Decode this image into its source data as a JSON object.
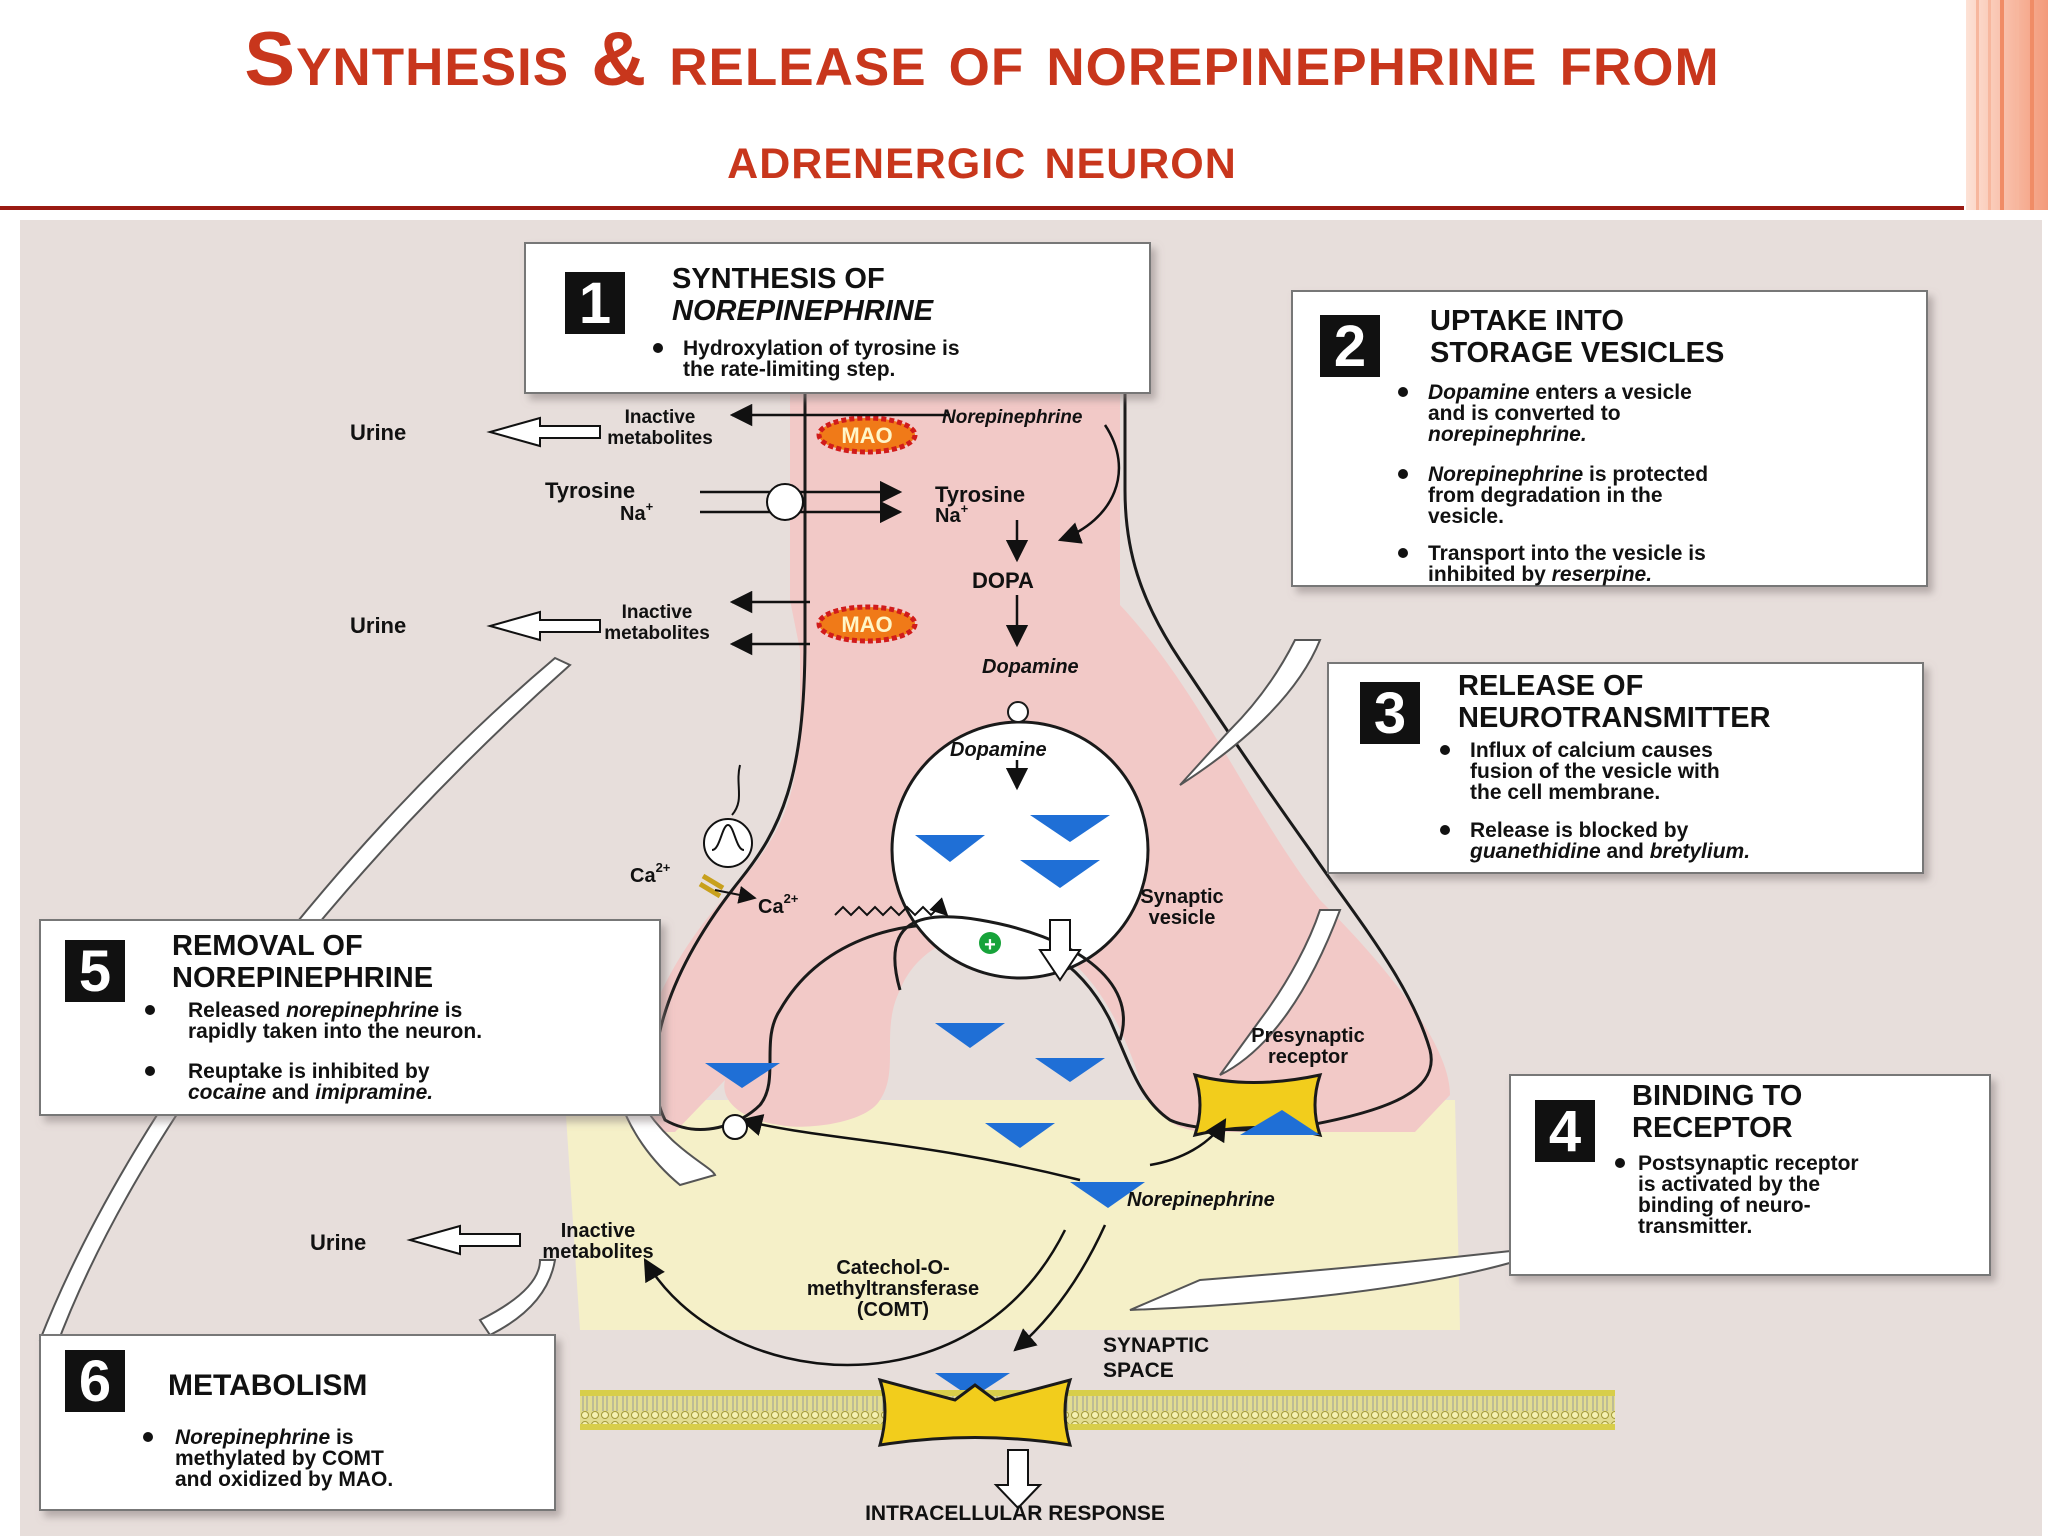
{
  "title": {
    "line1": "Synthesis & release of norepinephrine from",
    "line2": "adrenergic neuron"
  },
  "colors": {
    "title_red": "#c8361c",
    "header_rule": "#9a1a12",
    "neuron_pink": "#f2c9c7",
    "synaptic_yellow": "#f5f0c8",
    "receptor_yellow": "#f2cd1c",
    "vesicle_blue": "#1f6fd6",
    "mao_orange": "#f07a18",
    "background_page": "#e7dedb"
  },
  "box1": {
    "num": "1",
    "head1": "SYNTHESIS OF",
    "head2": "NOREPINEPHRINE",
    "bullet1a": "Hydroxylation of tyrosine is",
    "bullet1b": "the rate-limiting step."
  },
  "box2": {
    "num": "2",
    "head1": "UPTAKE INTO",
    "head2": "STORAGE VESICLES",
    "b1_em": "Dopamine",
    "b1_rest": " enters a vesicle",
    "b1_l2": "and is converted to",
    "b1_l3": "norepinephrine.",
    "b2_em": "Norepinephrine",
    "b2_rest": " is protected",
    "b2_l2": "from degradation in the",
    "b2_l3": "vesicle.",
    "b3_l1": "Transport into the vesicle is",
    "b3_pre": "inhibited by ",
    "b3_em": "reserpine."
  },
  "box3": {
    "num": "3",
    "head1": "RELEASE OF",
    "head2": "NEUROTRANSMITTER",
    "b1_l1": "Influx of calcium causes",
    "b1_l2": "fusion of the vesicle with",
    "b1_l3": "the cell membrane.",
    "b2_l1": "Release is blocked by",
    "b2_em1": "guanethidine",
    "b2_mid": " and ",
    "b2_em2": "bretylium."
  },
  "box4": {
    "num": "4",
    "head1": "BINDING TO",
    "head2": "RECEPTOR",
    "b1_l1": "Postsynaptic receptor",
    "b1_l2": "is activated by the",
    "b1_l3": "binding of neuro-",
    "b1_l4": "transmitter."
  },
  "box5": {
    "num": "5",
    "head1": "REMOVAL OF",
    "head2": "NOREPINEPHRINE",
    "b1_pre": "Released ",
    "b1_em": "norepinephrine",
    "b1_post": " is",
    "b1_l2": "rapidly taken into the neuron.",
    "b2_l1": "Reuptake is inhibited by",
    "b2_em1": "cocaine",
    "b2_mid": " and ",
    "b2_em2": "imipramine."
  },
  "box6": {
    "num": "6",
    "head1": "METABOLISM",
    "b1_em": "Norepinephrine",
    "b1_post": " is",
    "b1_l2": "methylated by COMT",
    "b1_l3": "and oxidized by MAO."
  },
  "labels": {
    "urine": "Urine",
    "inactive": "Inactive",
    "metabolites": "metabolites",
    "mao": "MAO",
    "norepinephrine": "Norepinephrine",
    "tyrosine": "Tyrosine",
    "na": "Na",
    "plus": "+",
    "dopa": "DOPA",
    "dopamine": "Dopamine",
    "ca": "Ca",
    "ca_charge": "2+",
    "synaptic": "Synaptic",
    "vesicle": "vesicle",
    "presynaptic": "Presynaptic",
    "receptor": "receptor",
    "comt1": "Catechol-O-",
    "comt2": "methyltransferase",
    "comt3": "(COMT)",
    "synaptic_space1": "SYNAPTIC",
    "synaptic_space2": "SPACE",
    "intracellular_response": "INTRACELLULAR RESPONSE"
  }
}
